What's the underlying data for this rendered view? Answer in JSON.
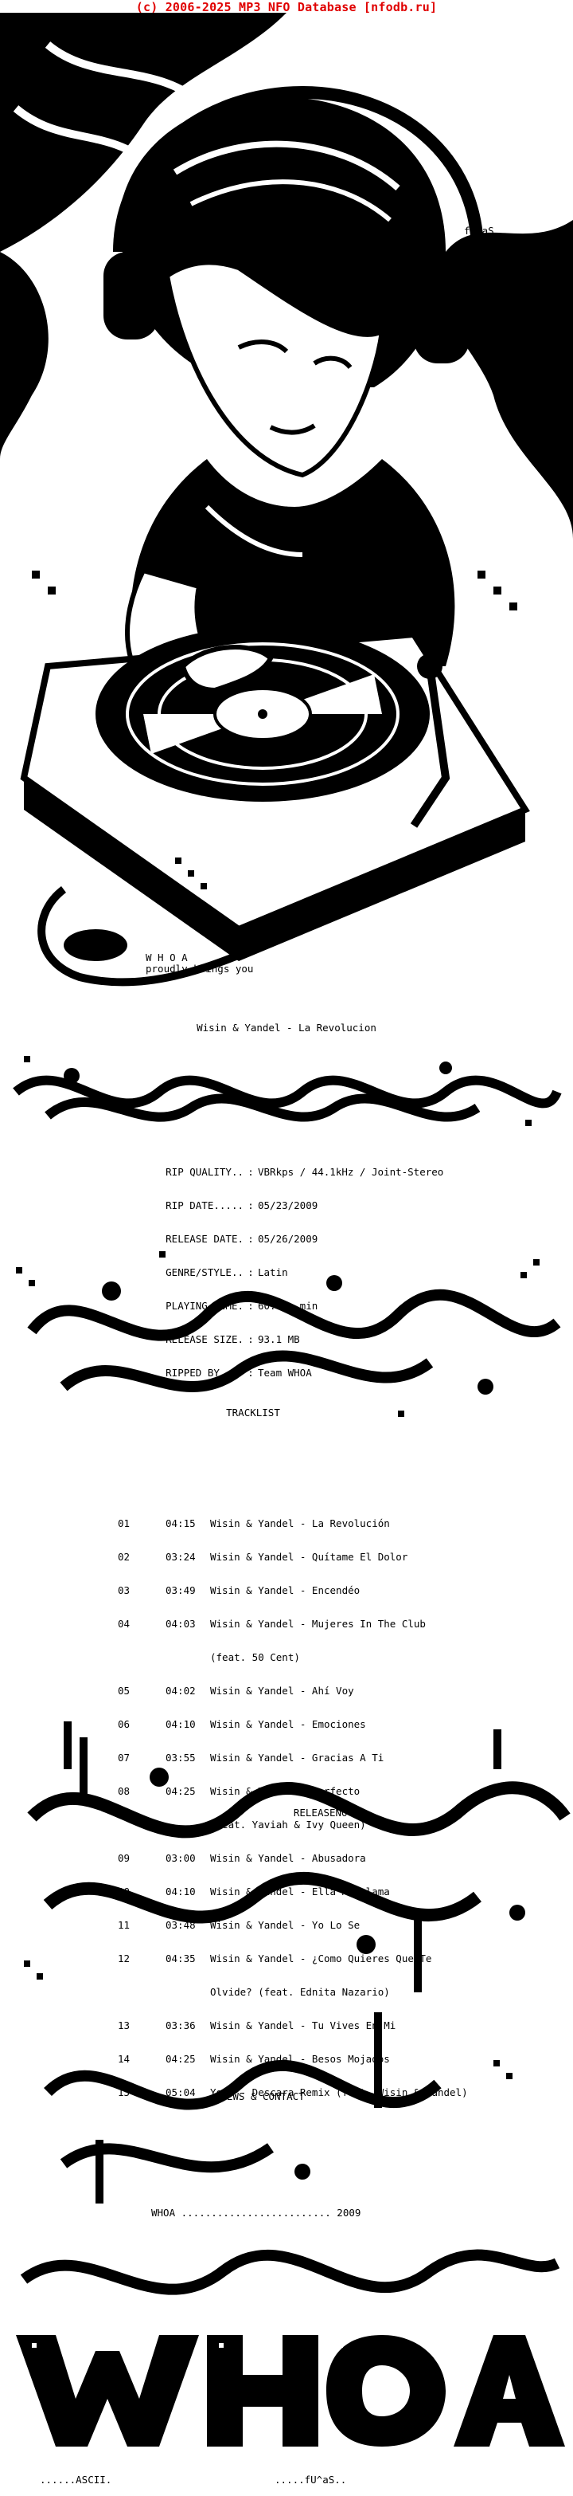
{
  "watermark": "(c) 2006-2025 MP3 NFO Database [nfodb.ru]",
  "header": {
    "signature": "fU^aS",
    "group": "W H O A",
    "tagline": "proudly brings you",
    "release_title": "Wisin & Yandel - La Revolucion"
  },
  "info": [
    {
      "label": "RIP QUALITY..",
      "value": "VBRkps / 44.1kHz / Joint-Stereo"
    },
    {
      "label": "RIP DATE.....",
      "value": "05/23/2009"
    },
    {
      "label": "RELEASE DATE.",
      "value": "05/26/2009"
    },
    {
      "label": "GENRE/STYLE..",
      "value": "Latin"
    },
    {
      "label": "PLAYING TIME.",
      "value": "60:49  min"
    },
    {
      "label": "RELEASE SIZE.",
      "value": "93.1 MB"
    },
    {
      "label": "RIPPED BY....",
      "value": "Team WHOA"
    }
  ],
  "info_separator": ":",
  "sections": {
    "tracklist": "TRACKLIST",
    "releasenotes": "RELEASENOTES",
    "news": "NEWS & CONTACT"
  },
  "tracks": [
    {
      "num": "01",
      "time": "04:15",
      "title": "Wisin & Yandel - La Revolución"
    },
    {
      "num": "02",
      "time": "03:24",
      "title": "Wisin & Yandel - Quítame El Dolor"
    },
    {
      "num": "03",
      "time": "03:49",
      "title": "Wisin & Yandel - Encendéo"
    },
    {
      "num": "04",
      "time": "04:03",
      "title": "Wisin & Yandel - Mujeres In The Club",
      "cont": "(feat. 50 Cent)"
    },
    {
      "num": "05",
      "time": "04:02",
      "title": "Wisin & Yandel - Ahí Voy"
    },
    {
      "num": "06",
      "time": "04:10",
      "title": "Wisin & Yandel - Emociones"
    },
    {
      "num": "07",
      "time": "03:55",
      "title": "Wisin & Yandel - Gracias A Ti"
    },
    {
      "num": "08",
      "time": "04:25",
      "title": "Wisin & Yandel - Perfecto",
      "cont": "(feat. Yaviah & Ivy Queen)"
    },
    {
      "num": "09",
      "time": "03:00",
      "title": "Wisin & Yandel - Abusadora"
    },
    {
      "num": "10",
      "time": "04:10",
      "title": "Wisin & Yandel - Ella Me Llama"
    },
    {
      "num": "11",
      "time": "03:48",
      "title": "Wisin & Yandel - Yo Lo Se"
    },
    {
      "num": "12",
      "time": "04:35",
      "title": "Wisin & Yandel - ¿Como Quieres Que Te",
      "cont": "Olvide? (feat. Ednita Nazario)"
    },
    {
      "num": "13",
      "time": "03:36",
      "title": "Wisin & Yandel - Tu Vives En Mi"
    },
    {
      "num": "14",
      "time": "04:25",
      "title": "Wisin & Yandel - Besos Mojados"
    },
    {
      "num": "15",
      "time": "05:04",
      "title": "Yomo - Descara Remix (feat. Wisin & Yandel)"
    }
  ],
  "footer": {
    "signoff": "WHOA ......................... 2009",
    "credits_left": "......ASCII.",
    "credits_right": ".....fU^aS.."
  }
}
